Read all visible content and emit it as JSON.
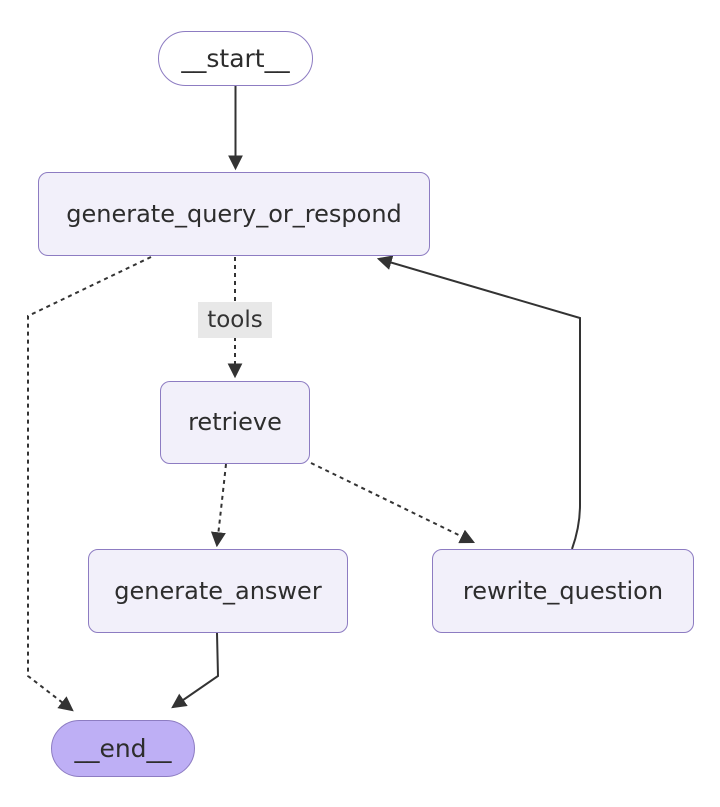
{
  "colors": {
    "background": "#ffffff",
    "node_fill": "#f2f0fa",
    "node_border": "#8d7cc2",
    "start_fill": "#ffffff",
    "end_fill": "#beaff5",
    "edge_color": "#333333",
    "edge_label_bg": "#e8e8e8",
    "text_color": "#2d2d2d"
  },
  "diagram": {
    "type": "flowchart",
    "nodes": [
      {
        "id": "__start__",
        "label": "__start__",
        "shape": "stadium"
      },
      {
        "id": "generate_query_or_respond",
        "label": "generate_query_or_respond",
        "shape": "rounded-rect"
      },
      {
        "id": "retrieve",
        "label": "retrieve",
        "shape": "rounded-rect"
      },
      {
        "id": "generate_answer",
        "label": "generate_answer",
        "shape": "rounded-rect"
      },
      {
        "id": "rewrite_question",
        "label": "rewrite_question",
        "shape": "rounded-rect"
      },
      {
        "id": "__end__",
        "label": "__end__",
        "shape": "stadium"
      }
    ],
    "edges": [
      {
        "from": "__start__",
        "to": "generate_query_or_respond",
        "style": "solid",
        "label": ""
      },
      {
        "from": "generate_query_or_respond",
        "to": "retrieve",
        "style": "dotted",
        "label": "tools"
      },
      {
        "from": "generate_query_or_respond",
        "to": "__end__",
        "style": "dotted",
        "label": ""
      },
      {
        "from": "retrieve",
        "to": "generate_answer",
        "style": "dotted",
        "label": ""
      },
      {
        "from": "retrieve",
        "to": "rewrite_question",
        "style": "dotted",
        "label": ""
      },
      {
        "from": "rewrite_question",
        "to": "generate_query_or_respond",
        "style": "solid",
        "label": ""
      },
      {
        "from": "generate_answer",
        "to": "__end__",
        "style": "solid",
        "label": ""
      }
    ]
  }
}
